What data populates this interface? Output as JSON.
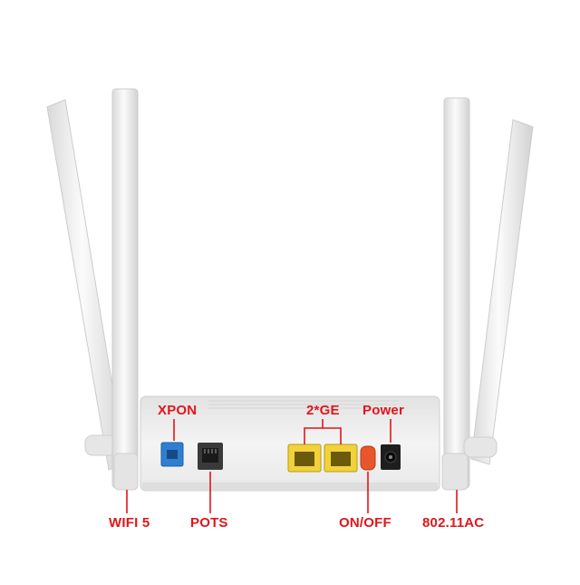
{
  "labels": {
    "xpon": "XPON",
    "ge": "2*GE",
    "power": "Power",
    "wifi": "WIFI 5",
    "pots": "POTS",
    "onoff": "ON/OFF",
    "ac": "802.11AC"
  },
  "colors": {
    "annotation": "#e0161b",
    "body": "#ededed",
    "pon_port": "#2f7fd1",
    "lan_port": "#f2d23a",
    "power_button": "#e8572b"
  }
}
